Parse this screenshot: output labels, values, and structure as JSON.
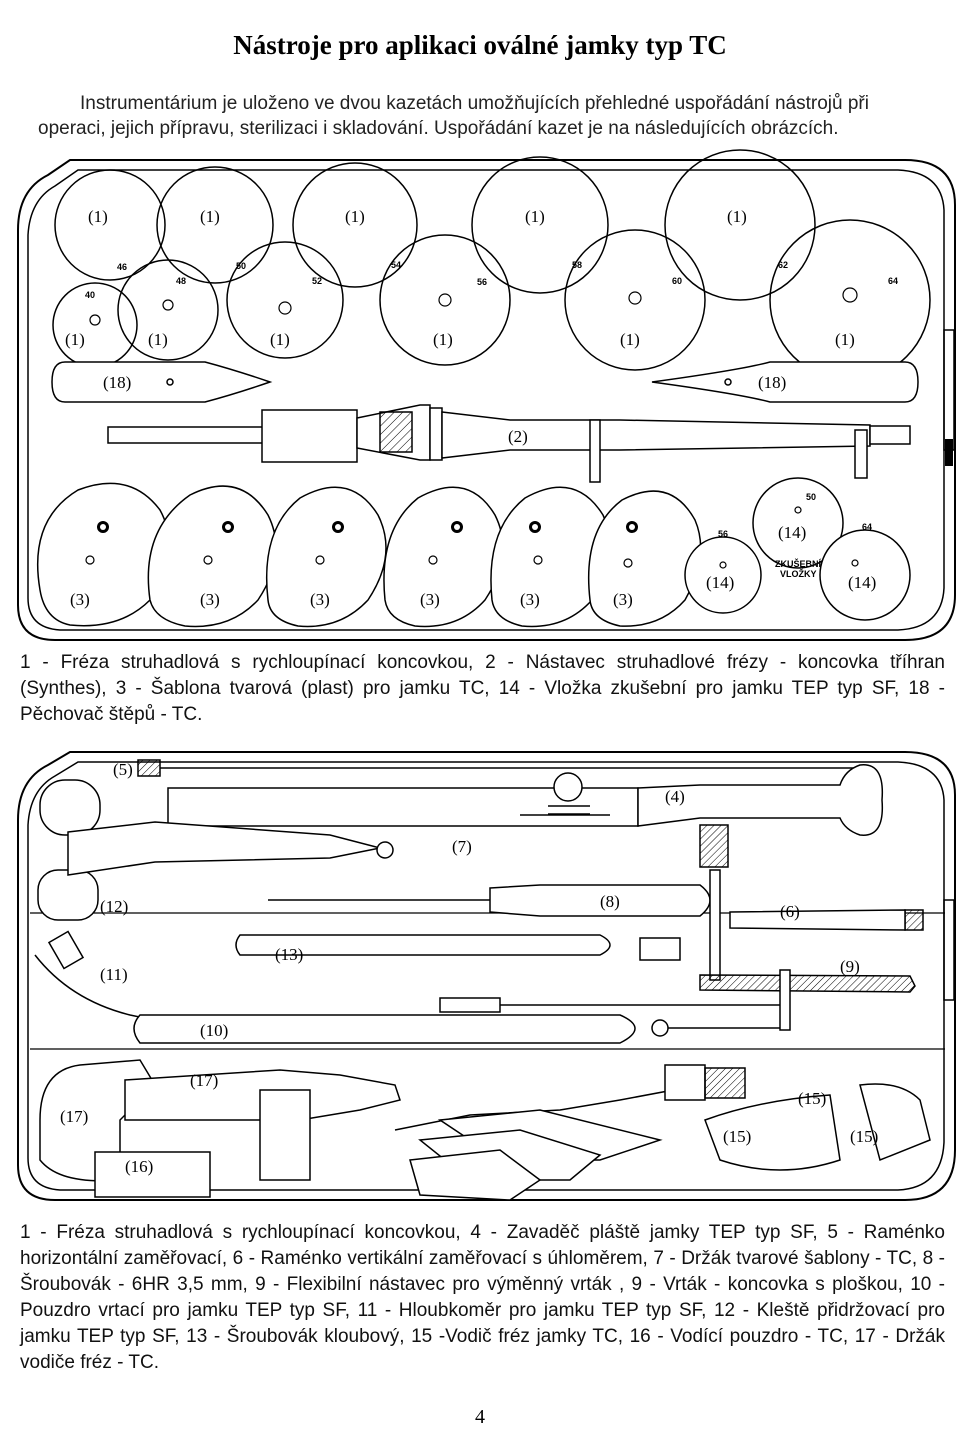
{
  "title": "Nástroje pro aplikaci oválné jamky typ TC",
  "intro": "Instrumentárium je uloženo ve dvou kazetách umožňujících přehledné uspořádání nástrojů při operaci, jejich přípravu, sterilizaci i skladování. Uspořádání kazet je na následujících obrázcích.",
  "tray1": {
    "labels": {
      "reamer": "(1)",
      "tamper": "(18)",
      "extension": "(2)",
      "template": "(3)",
      "trial": "(14)"
    },
    "sizes": {
      "s40": "40",
      "s46": "46",
      "s48": "48",
      "s50": "50",
      "s52": "52",
      "s54": "54",
      "s56": "56",
      "s58": "58",
      "s60": "60",
      "s62": "62",
      "s64": "64"
    },
    "trial_text_1": "ZKUŠEBNÍ",
    "trial_text_2": "VLOŽKY"
  },
  "caption1": "1 - Fréza struhadlová s rychloupínací koncovkou, 2 - Nástavec struhadlové frézy - koncovka tříhran (Synthes), 3 - Šablona tvarová (plast) pro jamku TC, 14 - Vložka zkušební pro jamku TEP typ SF, 18 - Pěchovač štěpů - TC.",
  "tray2": {
    "labels": {
      "l5": "(5)",
      "l4": "(4)",
      "l7": "(7)",
      "l12": "(12)",
      "l8": "(8)",
      "l6": "(6)",
      "l11": "(11)",
      "l13": "(13)",
      "l9": "(9)",
      "l10": "(10)",
      "l17": "(17)",
      "l16": "(16)",
      "l15": "(15)"
    }
  },
  "caption2": "1 - Fréza struhadlová s rychloupínací koncovkou, 4 - Zavaděč pláště jamky TEP typ SF, 5 - Raménko horizontální zaměřovací, 6 - Raménko vertikální zaměřovací s úhloměrem, 7 - Držák tvarové šablony - TC, 8 - Šroubovák - 6HR 3,5 mm, 9 - Flexibilní nástavec pro výměnný vrták , 9 - Vrták - koncovka s ploškou, 10 - Pouzdro vrtací pro jamku TEP typ SF, 11 - Hloubkoměr pro jamku TEP typ SF, 12 - Kleště přidržovací pro jamku TEP typ SF, 13 - Šroubovák kloubový, 15 -Vodič fréz jamky TC, 16 - Vodící pouzdro - TC, 17 - Držák vodiče fréz - TC.",
  "page_number": "4"
}
